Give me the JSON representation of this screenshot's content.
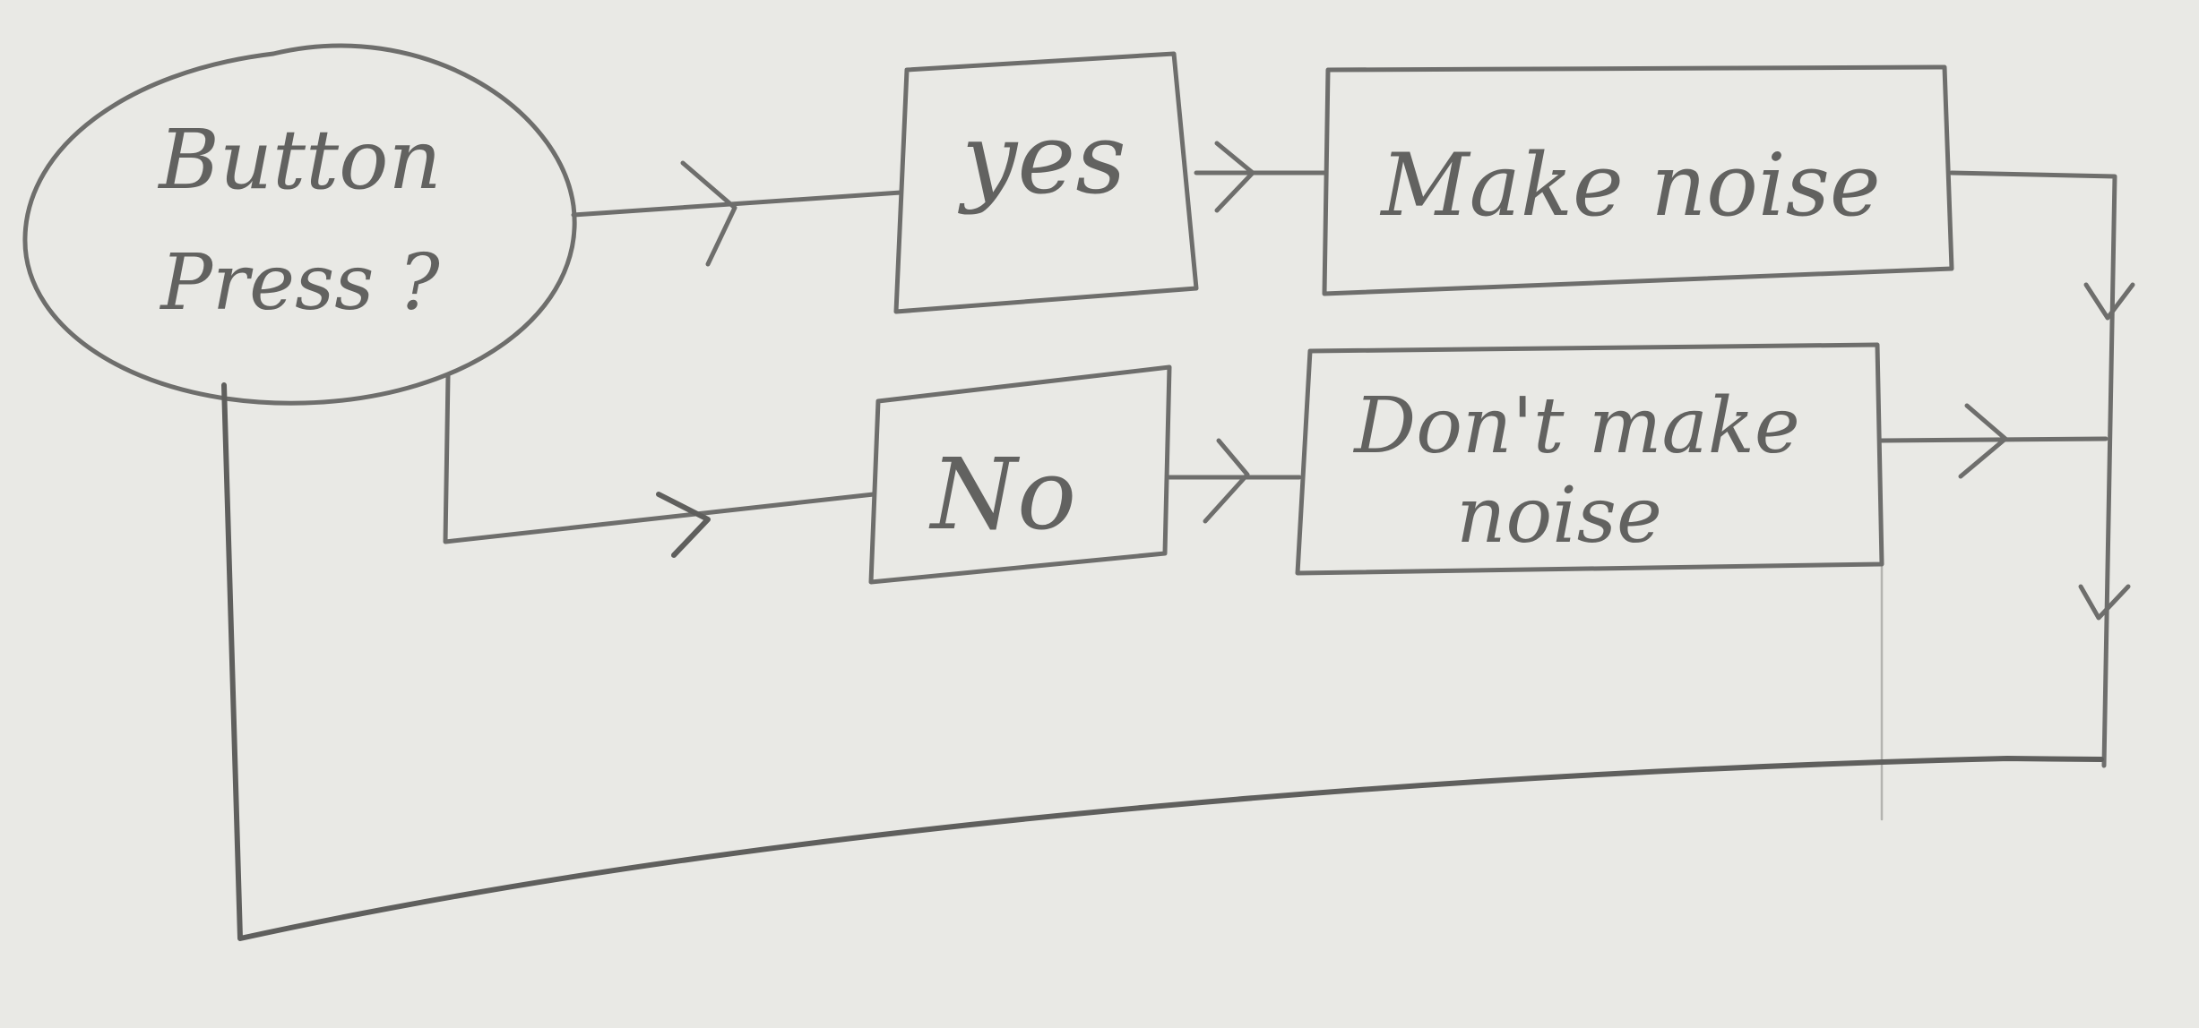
{
  "diagram": {
    "nodes": [
      {
        "id": "decision",
        "shape": "ellipse",
        "lines": [
          "Button",
          "Press ?"
        ]
      },
      {
        "id": "yes",
        "shape": "box",
        "lines": [
          "yes"
        ]
      },
      {
        "id": "no",
        "shape": "box",
        "lines": [
          "No"
        ]
      },
      {
        "id": "make_noise",
        "shape": "box",
        "lines": [
          "Make noise"
        ]
      },
      {
        "id": "dont_make_noise",
        "shape": "box",
        "lines": [
          "Don't make",
          "noise"
        ]
      }
    ],
    "edges": [
      {
        "from": "decision",
        "to": "yes",
        "arrow": true
      },
      {
        "from": "decision",
        "to": "no",
        "arrow": true
      },
      {
        "from": "yes",
        "to": "make_noise",
        "arrow": true
      },
      {
        "from": "no",
        "to": "dont_make_noise",
        "arrow": true
      },
      {
        "from": "make_noise",
        "to": "decision",
        "arrow": true,
        "note": "loop back via right side and bottom"
      },
      {
        "from": "dont_make_noise",
        "to": "decision",
        "arrow": true,
        "note": "joins loop on right side"
      }
    ],
    "colors": {
      "paper": "#e9e9e5",
      "pencil": "#6e6e6c"
    }
  }
}
